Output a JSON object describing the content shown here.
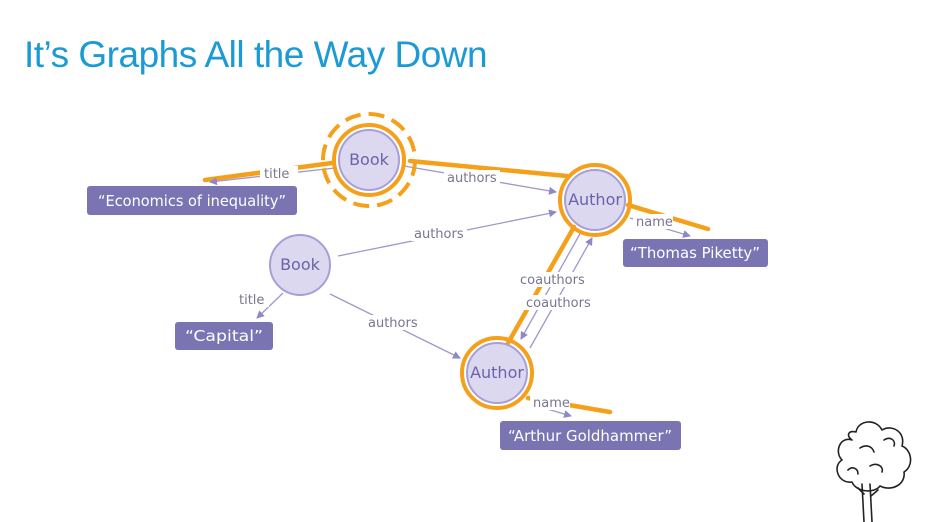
{
  "slide": {
    "title": "It’s Graphs All the Way Down"
  },
  "nodes": {
    "book_top": "Book",
    "book_mid": "Book",
    "author_top": "Author",
    "author_bottom": "Author"
  },
  "values": {
    "econ": "“Economics of inequality”",
    "capital": "“Capital”",
    "piketty": "“Thomas Piketty”",
    "goldhammer": "“Arthur Goldhammer”"
  },
  "edges": {
    "title_top": "title",
    "authors_top": "authors",
    "authors_mid_up": "authors",
    "title_mid": "title",
    "authors_mid_down": "authors",
    "name_top": "name",
    "coauthors_1": "coauthors",
    "coauthors_2": "coauthors",
    "name_bottom": "name"
  },
  "colors": {
    "title": "#1b9ad6",
    "highlight": "#f5a01a",
    "node_fill": "#dcd8f0",
    "value_fill": "#7b74b2"
  },
  "icons": {
    "corner_doodle": "tree-icon"
  }
}
